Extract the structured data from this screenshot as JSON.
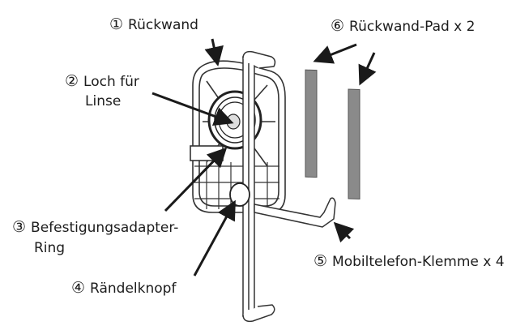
{
  "diagram": {
    "title": "Smartphone-Adapter Komponenten",
    "colors": {
      "line": "#1a1a1a",
      "pad": "#8a8a8a",
      "background": "#ffffff"
    },
    "parts": [
      {
        "number": "①",
        "label": "Rückwand"
      },
      {
        "number": "②",
        "label": "Loch für",
        "label_line2": "Linse"
      },
      {
        "number": "③",
        "label": "Befestigungsadapter-",
        "label_line2": "Ring"
      },
      {
        "number": "④",
        "label": "Rändelknopf"
      },
      {
        "number": "⑤",
        "label": "Mobiltelefon-Klemme x 4"
      },
      {
        "number": "⑥",
        "label": "Rückwand-Pad x 2"
      }
    ]
  }
}
